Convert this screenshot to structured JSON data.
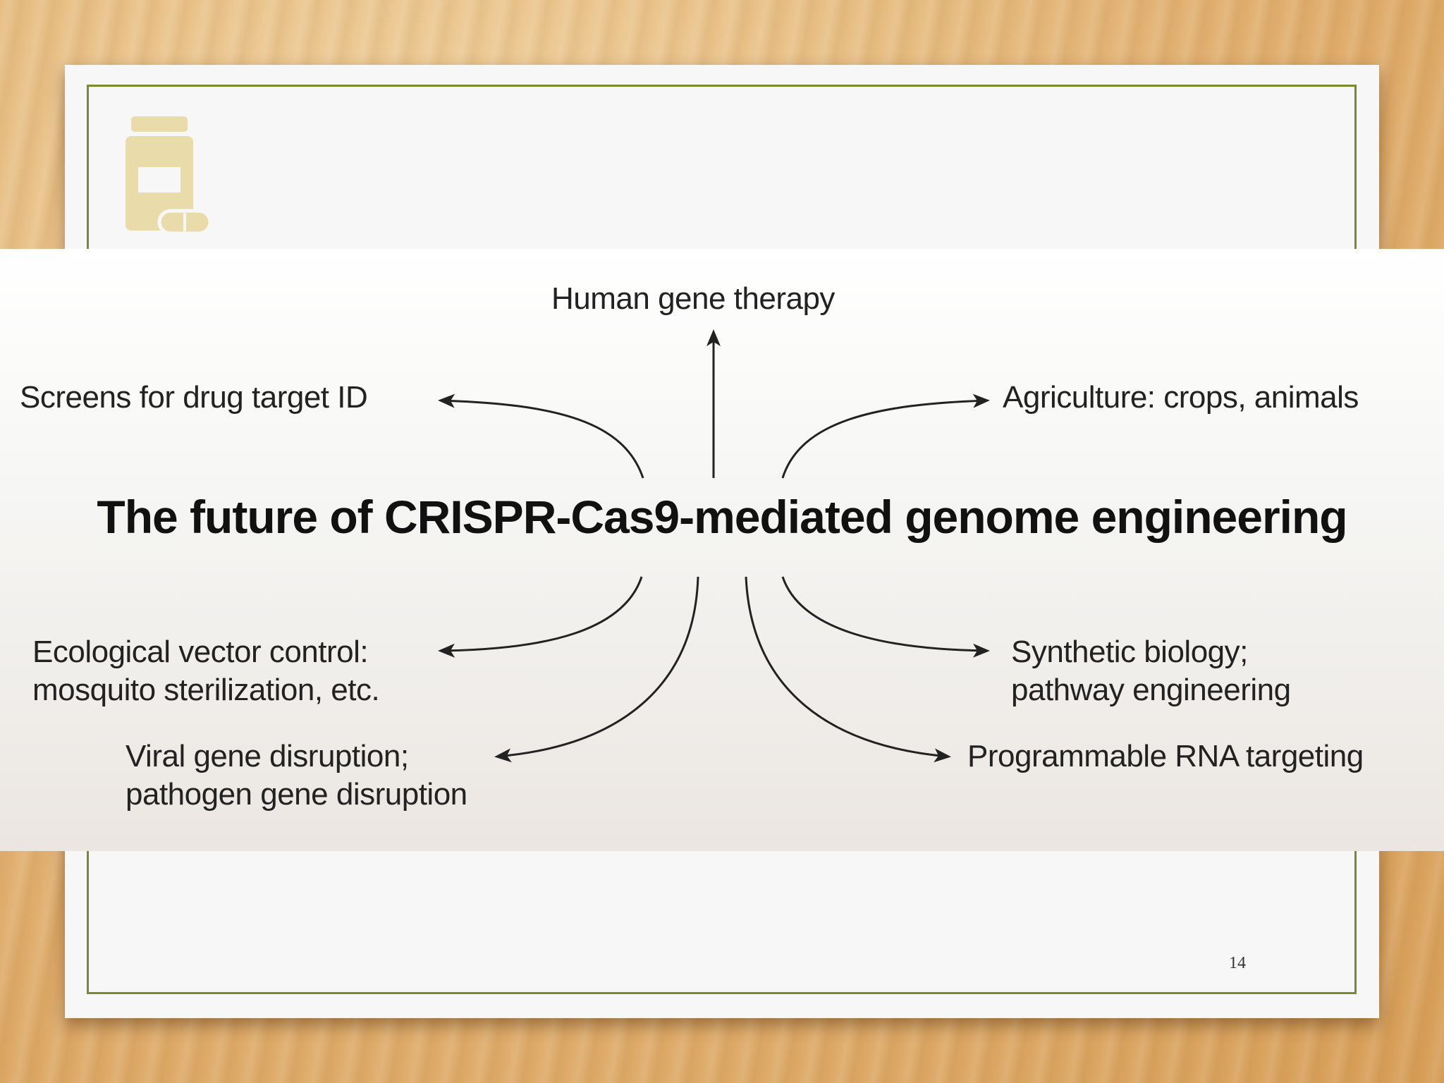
{
  "slide": {
    "page_number": "14",
    "border_color": "#7c8a2e",
    "icon": "pill-bottle-icon"
  },
  "diagram": {
    "title": "The future of CRISPR-Cas9-mediated genome engineering",
    "applications": {
      "top": "Human gene therapy",
      "upper_left": "Screens for drug target ID",
      "upper_right": "Agriculture: crops, animals",
      "mid_left_line1": "Ecological vector control:",
      "mid_left_line2": "mosquito sterilization, etc.",
      "lower_left_line1": "Viral gene disruption;",
      "lower_left_line2": "pathogen gene disruption",
      "mid_right_line1": "Synthetic biology;",
      "mid_right_line2": "pathway engineering",
      "lower_right": "Programmable RNA targeting"
    }
  }
}
